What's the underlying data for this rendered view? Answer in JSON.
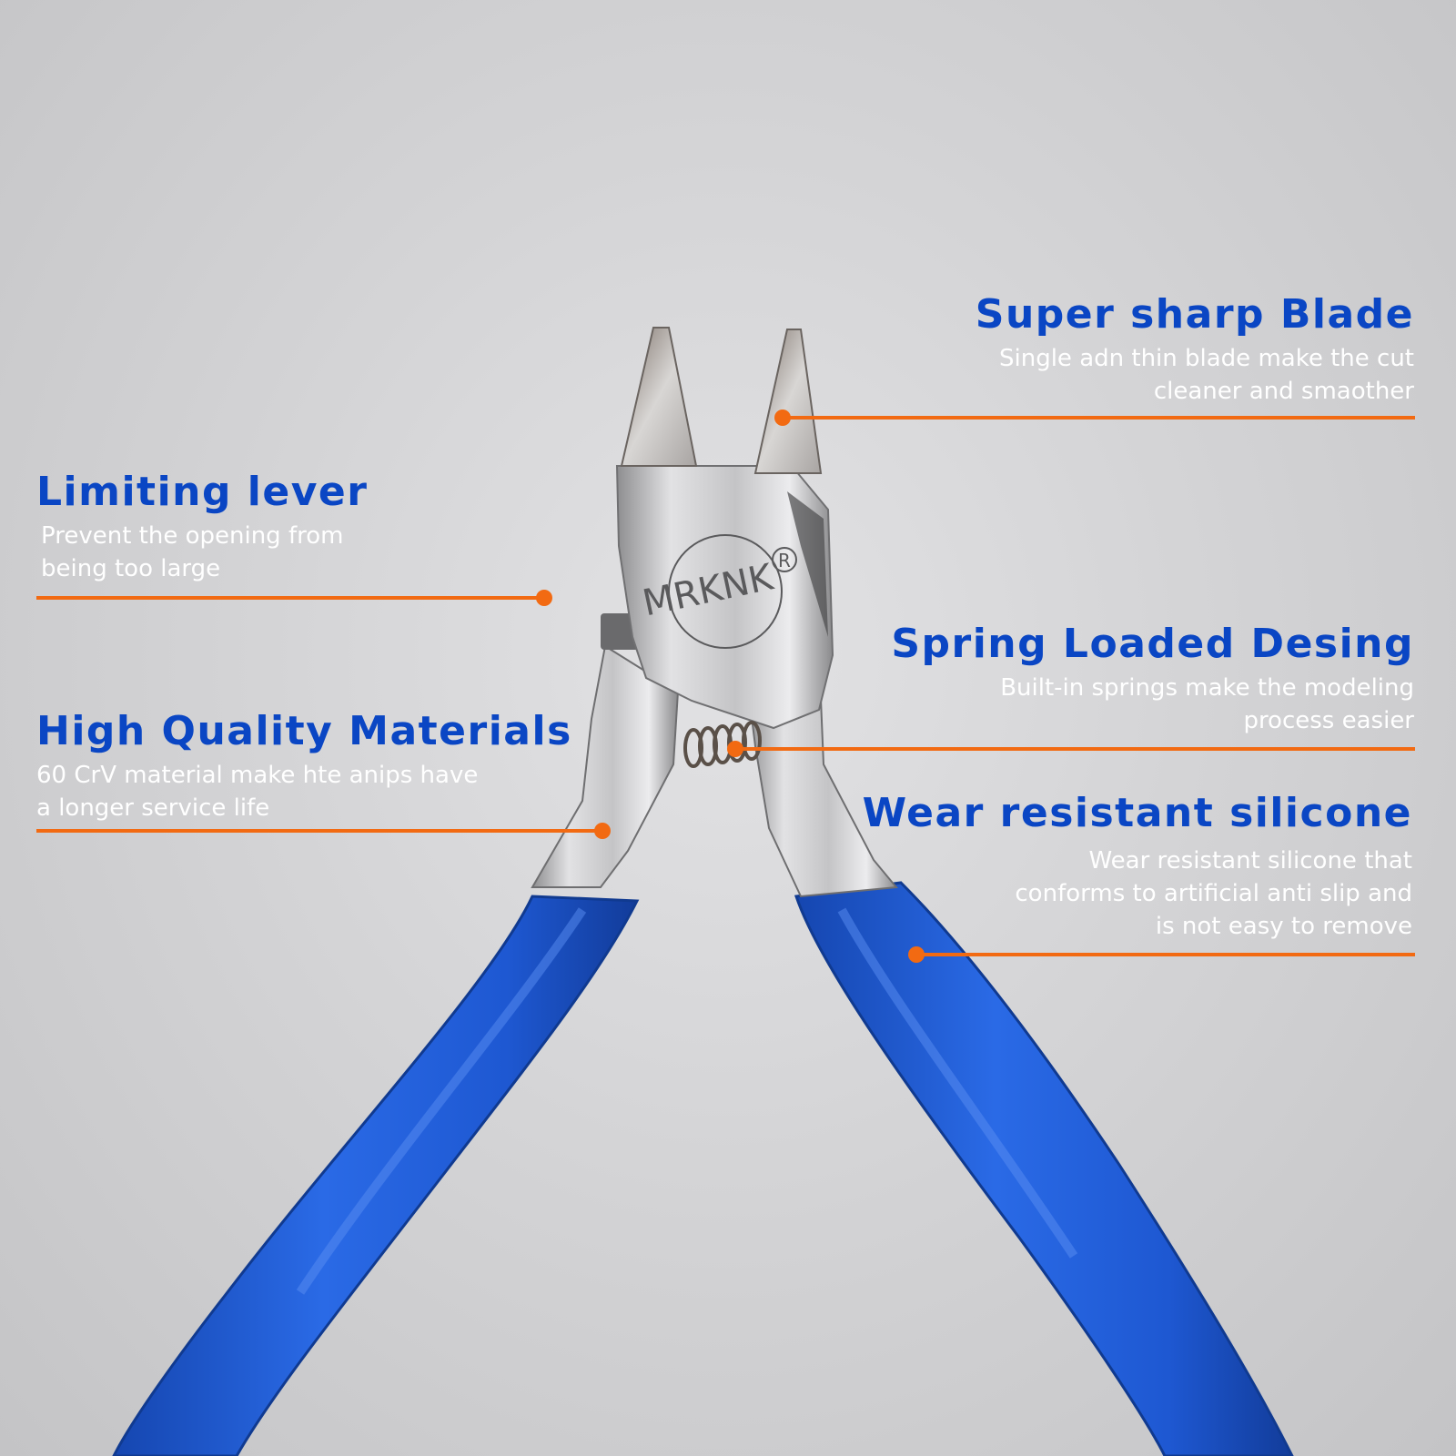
{
  "colors": {
    "title": "#0a46c4",
    "description": "#ffffff",
    "leader_line": "#f26a12",
    "handle": "#1f5ed8",
    "steel": "#c9c9cb"
  },
  "brand": {
    "logo_text": "MRKNK",
    "registered_mark": "R"
  },
  "callouts": {
    "blade": {
      "title": "Super sharp Blade",
      "desc_line1": "Single adn thin blade make the cut",
      "desc_line2": "cleaner and smaother"
    },
    "lever": {
      "title": "Limiting lever",
      "desc_line1": "Prevent the opening from",
      "desc_line2": "being too large"
    },
    "spring": {
      "title": "Spring Loaded Desing",
      "desc_line1": "Built-in springs make the modeling",
      "desc_line2": "process easier"
    },
    "materials": {
      "title": "High Quality Materials",
      "desc_line1": "60 CrV material make hte anips have",
      "desc_line2": "a longer service life"
    },
    "silicone": {
      "title": "Wear resistant silicone",
      "desc_line1": "Wear resistant silicone that",
      "desc_line2": "conforms to artificial anti slip and",
      "desc_line3": "is not easy to remove"
    }
  }
}
